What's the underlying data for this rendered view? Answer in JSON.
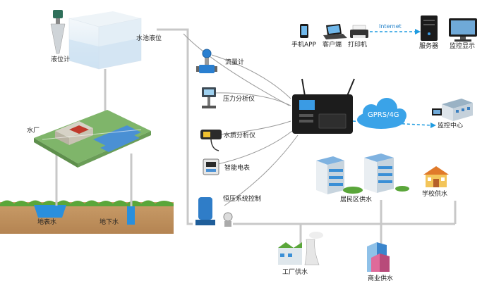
{
  "labels": {
    "level_meter": "液位计",
    "tank_level": "水池液位",
    "water_plant": "水厂",
    "surface_water": "地表水",
    "groundwater": "地下水",
    "flowmeter": "流量计",
    "pressure_analyzer": "压力分析仪",
    "water_quality_analyzer": "水质分析仪",
    "smart_meter": "智能电表",
    "constant_pressure_control": "恒压系统控制",
    "mobile_app": "手机APP",
    "client": "客户端",
    "printer": "打印机",
    "internet": "Internet",
    "server": "服务器",
    "monitor_display": "监控显示",
    "gprs": "GPRS/4G",
    "monitor_center": "监控中心",
    "residential_supply": "居民区供水",
    "school_supply": "学校供水",
    "factory_supply": "工厂供水",
    "commercial_supply": "商业供水"
  },
  "colors": {
    "pipe": "#c8c8c8",
    "link": "#9a9a9a",
    "internet_link": "#1e9be0",
    "gprs_cloud": "#3aa3e8",
    "soil": "#b88c58",
    "grass": "#5aa63a",
    "water": "#2a8fdc"
  },
  "icons": [
    "radar-level-sensor-icon",
    "water-tank-icon",
    "water-plant-icon",
    "flowmeter-icon",
    "pressure-analyzer-icon",
    "water-quality-icon",
    "smart-meter-icon",
    "pump-icon",
    "rtu-device-icon",
    "phone-icon",
    "laptop-icon",
    "printer-icon",
    "server-icon",
    "monitor-icon",
    "cloud-icon",
    "monitor-center-icon",
    "residential-building-icon",
    "school-icon",
    "factory-icon",
    "commercial-building-icon"
  ]
}
